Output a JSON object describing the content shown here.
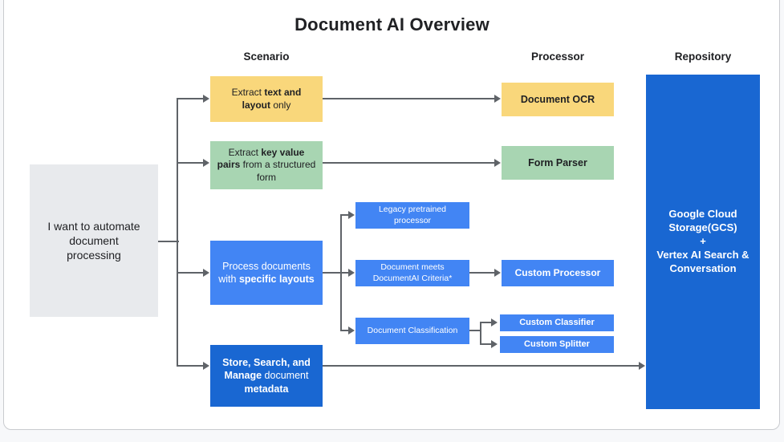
{
  "title": "Document AI Overview",
  "columns": {
    "scenario": "Scenario",
    "processor": "Processor",
    "repository": "Repository"
  },
  "nodes": {
    "start": {
      "label": "I want to automate\ndocument\nprocessing"
    },
    "extract_text": {
      "segments": [
        {
          "text": "Extract ",
          "bold": false
        },
        {
          "text": "text and layout",
          "bold": true
        },
        {
          "text": " only",
          "bold": false
        }
      ]
    },
    "extract_kv": {
      "segments": [
        {
          "text": "Extract ",
          "bold": false
        },
        {
          "text": "key value pairs",
          "bold": true
        },
        {
          "text": " from a structured form",
          "bold": false
        }
      ]
    },
    "process_layouts": {
      "segments": [
        {
          "text": "Process documents with ",
          "bold": false
        },
        {
          "text": "specific layouts",
          "bold": true
        }
      ]
    },
    "store_search": {
      "segments": [
        {
          "text": "Store, Search, and Manage",
          "bold": true
        },
        {
          "text": " document ",
          "bold": false
        },
        {
          "text": "metadata",
          "bold": true
        }
      ]
    },
    "document_ocr": {
      "label": "Document OCR"
    },
    "form_parser": {
      "label": "Form Parser"
    },
    "legacy_pretrained": {
      "label": "Legacy pretrained processor"
    },
    "meets_criteria": {
      "label": "Document meets DocumentAI Criteria*"
    },
    "doc_classification": {
      "label": "Document Classification"
    },
    "custom_processor": {
      "label": "Custom Processor"
    },
    "custom_classifier": {
      "label": "Custom Classifier"
    },
    "custom_splitter": {
      "label": "Custom Splitter"
    },
    "repository": {
      "label": "Google Cloud Storage(GCS)\n+\nVertex AI Search & Conversation"
    }
  },
  "colors": {
    "yellow": "#F9D77B",
    "green": "#A8D5B2",
    "blue": "#4285F4",
    "dark_blue": "#1967D2",
    "gray_box": "#E8EAED",
    "connector": "#5F6368",
    "text_dark": "#202124",
    "canvas_border": "#C9CBCF",
    "page_background": "#F7F8FA"
  }
}
